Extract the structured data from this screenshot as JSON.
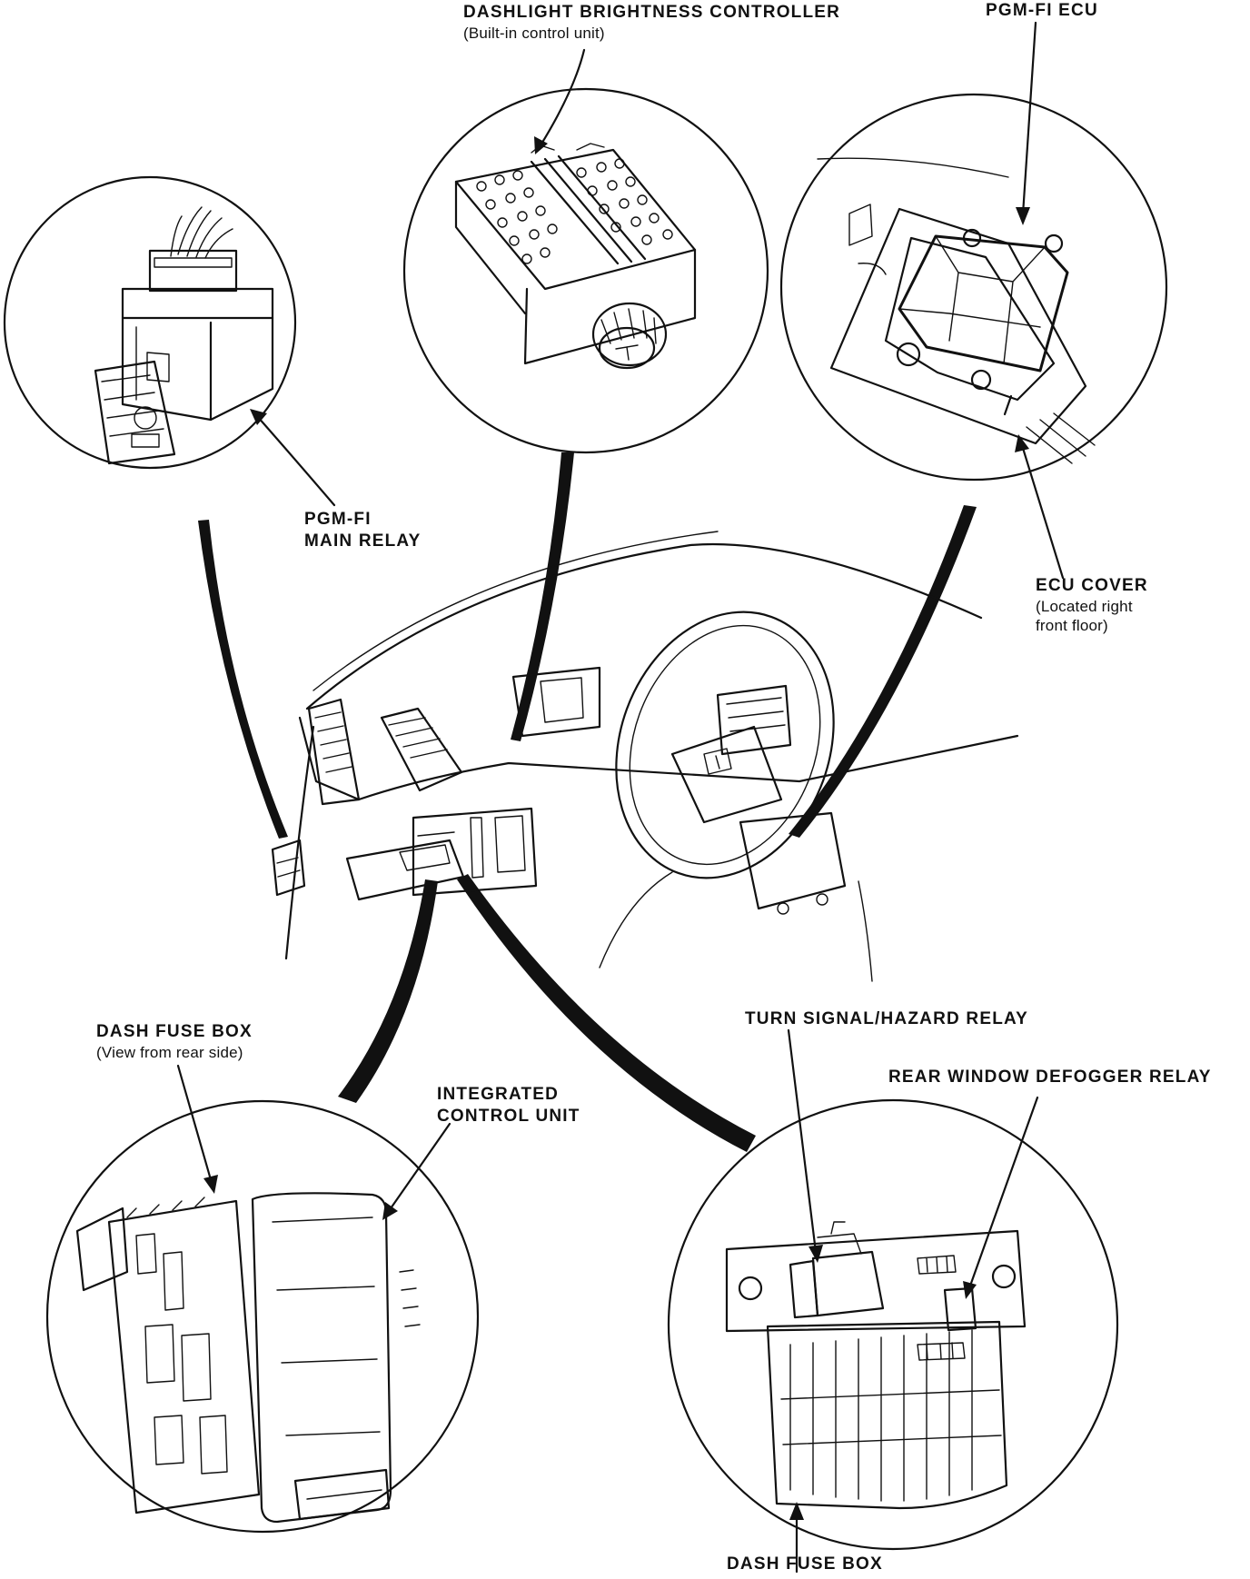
{
  "labels": {
    "dashlight_controller": {
      "title": "DASHLIGHT BRIGHTNESS CONTROLLER",
      "subtitle": "(Built-in control unit)"
    },
    "pgm_fi_ecu": {
      "title": "PGM-FI ECU"
    },
    "pgm_fi_main_relay": {
      "line1": "PGM-FI",
      "line2": "MAIN RELAY"
    },
    "ecu_cover": {
      "title": "ECU COVER",
      "line1": "(Located right",
      "line2": "front floor)"
    },
    "dash_fuse_box_rear": {
      "title": "DASH FUSE BOX",
      "subtitle": "(View from rear side)"
    },
    "integrated_control_unit": {
      "line1": "INTEGRATED",
      "line2": "CONTROL UNIT"
    },
    "turn_signal_relay": {
      "title": "TURN SIGNAL/HAZARD RELAY"
    },
    "rear_defogger_relay": {
      "title": "REAR WINDOW DEFOGGER RELAY"
    },
    "dash_fuse_box_bottom": {
      "title": "DASH FUSE BOX"
    }
  },
  "colors": {
    "ink": "#111111",
    "paper": "#ffffff"
  }
}
